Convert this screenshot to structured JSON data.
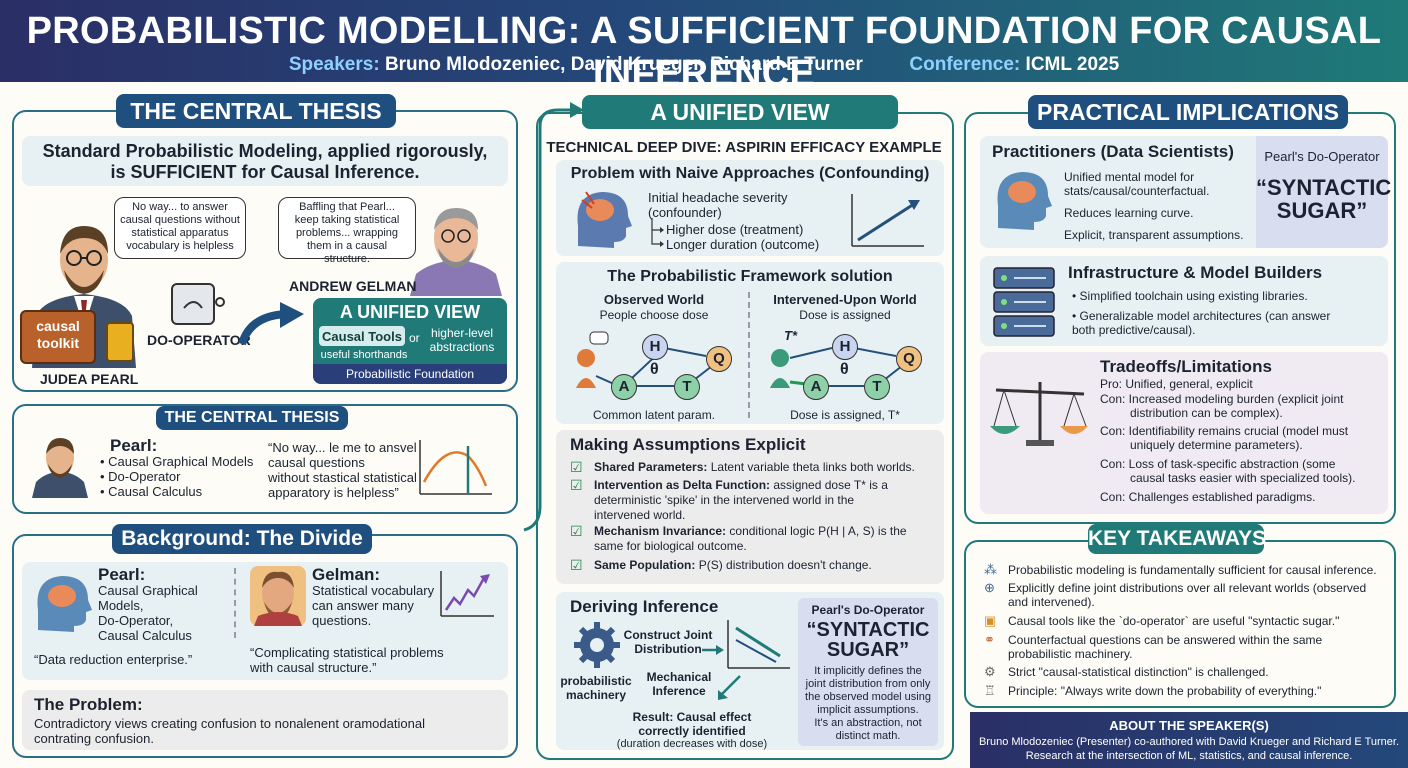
{
  "header": {
    "title": "PROBABILISTIC MODELLING: A SUFFICIENT FOUNDATION FOR CAUSAL INFERENCE",
    "speakers_label": "Speakers:",
    "speakers": "Bruno Mlodozeniec, David Krueger, Richard E Turner",
    "conference_label": "Conference:",
    "conference": "ICML 2025"
  },
  "thesis": {
    "title": "THE CENTRAL THESIS",
    "statement_line1": "Standard Probabilistic Modeling, applied rigorously,",
    "statement_line2": "is SUFFICIENT for Causal Inference.",
    "bubble_pearl": [
      "No way... to answer",
      "causal questions without",
      "statistical apparatus",
      "vocabulary is helpless"
    ],
    "bubble_gelman": [
      "Baffling that Pearl...",
      "keep taking statistical",
      "problems... wrapping",
      "them in a causal structure."
    ],
    "toolkit": [
      "causal",
      "toolkit"
    ],
    "pearl_name": "JUDEA PEARL",
    "gelman_name": "ANDREW GELMAN",
    "do_operator": "DO-OPERATOR",
    "unified_title": "A UNIFIED VIEW",
    "causal_tools": "Causal Tools",
    "or": "or",
    "higher_level": [
      "higher-level",
      "abstractions"
    ],
    "shorthands": "useful shorthands",
    "foundation": "Probabilistic Foundation"
  },
  "thesis2": {
    "title": "THE CENTRAL THESIS",
    "pearl": "Pearl:",
    "items": [
      "• Causal Graphical Models",
      "• Do-Operator",
      "• Causal Calculus"
    ],
    "quote": [
      "“No way... le me to ansvel",
      "causal questions",
      "without stastical statistical",
      "apparatory is helpless”"
    ]
  },
  "background": {
    "title": "Background: The Divide",
    "pearl": "Pearl:",
    "pearl_items": [
      "Causal Graphical",
      "Models,",
      "Do-Operator,",
      "Causal Calculus"
    ],
    "pearl_quote": "“Data reduction enterprise.”",
    "gelman": "Gelman:",
    "gelman_items": [
      "Statistical vocabulary",
      "can answer many",
      "questions."
    ],
    "gelman_quote": [
      "“Complicating statistical problems",
      "with causal structure.”"
    ],
    "problem_title": "The Problem:",
    "problem_text": [
      "Contradictory views creating confusion to nonalenent oramodational",
      "contrating confusion."
    ]
  },
  "unified": {
    "title": "A UNIFIED VIEW",
    "subtitle": "TECHNICAL DEEP DIVE: ASPIRIN EFFICACY EXAMPLE",
    "naive_title": "Problem with Naive Approaches (Confounding)",
    "naive_lines": [
      "Initial headache severity",
      "(confounder)",
      "Higher dose (treatment)",
      "Longer duration (outcome)"
    ],
    "framework_title": "The Probabilistic Framework solution",
    "observed": "Observed World",
    "observed_sub": "People choose dose",
    "intervened": "Intervened-Upon World",
    "intervened_sub": "Dose is assigned",
    "obs_caption": "Common latent param.",
    "int_caption": "Dose is assigned, T*",
    "nodes": {
      "H": "H",
      "Q": "Q",
      "A": "A",
      "T": "T",
      "theta": "θ",
      "tstar": "T*"
    },
    "assump_title": "Making Assumptions Explicit",
    "assumptions": [
      {
        "head": "Shared Parameters:",
        "text": [
          "Latent variable theta links both worlds."
        ]
      },
      {
        "head": "Intervention as Delta Function:",
        "text": [
          "assigned dose T* is a",
          "deterministic 'spike' in the intervened world in the",
          "intervened world."
        ]
      },
      {
        "head": "Mechanism Invariance:",
        "text": [
          "conditional logic P(H | A, S) is the",
          "same for biological outcome."
        ]
      },
      {
        "head": "Same Population:",
        "text": [
          "P(S) distribution doesn't change."
        ]
      }
    ],
    "deriving_title": "Deriving Inference",
    "machinery": [
      "probabilistic",
      "machinery"
    ],
    "construct": [
      "Construct Joint",
      "Distribution"
    ],
    "mechanical": [
      "Mechanical",
      "Inference"
    ],
    "result": [
      "Result: Causal effect",
      "correctly identified",
      "(duration decreases with dose)"
    ],
    "do_op_label": "Pearl's Do-Operator",
    "sugar": [
      "“SYNTACTIC",
      "SUGAR”"
    ],
    "sugar_text": [
      "It implicitly defines the",
      "joint distribution from only",
      "the observed model using",
      "implicit assumptions.",
      "It's an abstraction, not",
      "distinct math."
    ]
  },
  "practical": {
    "title": "PRACTICAL IMPLICATIONS",
    "pract_title": "Practitioners (Data Scientists)",
    "pract_lines": [
      "Unified mental model for",
      "stats/causal/counterfactual.",
      "Reduces learning curve.",
      "Explicit, transparent assumptions."
    ],
    "do_op_label": "Pearl's Do-Operator",
    "sugar": [
      "“SYNTACTIC",
      "SUGAR”"
    ],
    "infra_title": "Infrastructure & Model Builders",
    "infra_lines": [
      "• Simplified toolchain using existing libraries.",
      "• Generalizable model architectures (can answer",
      "  both predictive/causal)."
    ],
    "trade_title": "Tradeoffs/Limitations",
    "trade_lines": [
      "Pro: Unified, general, explicit",
      "Con: Increased modeling burden (explicit joint",
      "distribution can be complex).",
      "Con: Identifiability remains crucial (model must",
      "uniquely determine parameters).",
      "Con: Loss of task-specific abstraction (some",
      "causal tasks easier with specialized tools).",
      "Con: Challenges established paradigms."
    ]
  },
  "takeaways": {
    "title": "KEY TAKEAWAYS",
    "items": [
      [
        "Probabilistic modeling is fundamentally sufficient for causal inference."
      ],
      [
        "Explicitly define joint distributions over all relevant worlds (observed",
        "and intervened)."
      ],
      [
        "Causal tools like the `do-operator` are useful \"syntactic sugar.\""
      ],
      [
        "Counterfactual questions can be answered within the same",
        "probabilistic machinery."
      ],
      [
        "Strict \"causal-statistical distinction\" is challenged."
      ],
      [
        "Principle: \"Always write down the probability of everything.\""
      ]
    ]
  },
  "about": {
    "title": "ABOUT THE SPEAKER(S)",
    "line1": "Bruno Mlodozeniec (Presenter) co-authored with David Krueger and Richard E Turner.",
    "line2": "Research at the intersection of ML, statistics, and causal inference."
  },
  "colors": {
    "navy": "#1f4f7e",
    "teal": "#1f7a78",
    "header_left": "#2a2f66",
    "header_right": "#1f7a78"
  }
}
